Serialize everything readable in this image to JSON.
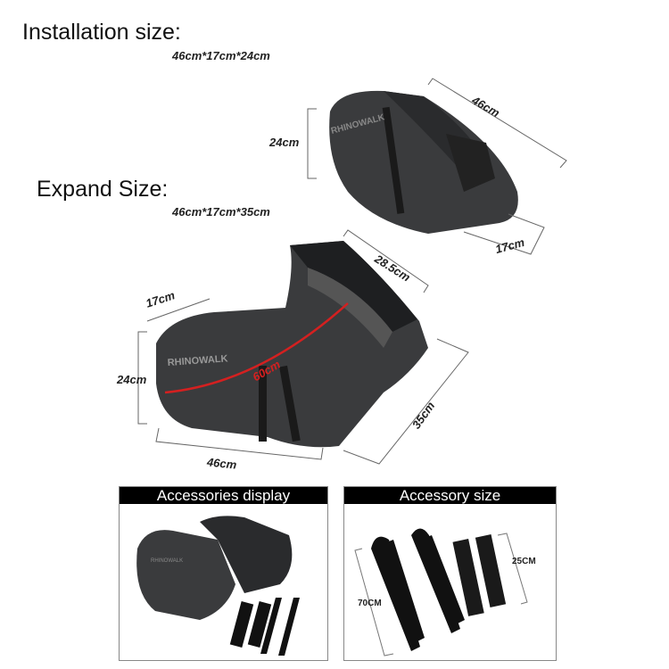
{
  "installation": {
    "title": "Installation size:",
    "dims": "46cm*17cm*24cm",
    "labels": {
      "length": "46cm",
      "height": "24cm",
      "width": "17cm"
    }
  },
  "expand": {
    "title": "Expand Size:",
    "dims": "46cm*17cm*35cm",
    "labels": {
      "width": "17cm",
      "top": "28.5cm",
      "height": "24cm",
      "arc": "60cm",
      "side": "35cm",
      "length": "46cm"
    }
  },
  "brand": "RHINOWALK",
  "panels": {
    "display": {
      "title": "Accessories display"
    },
    "size": {
      "title": "Accessory size",
      "long_strap": "70CM",
      "short_strap": "25CM"
    }
  },
  "colors": {
    "bag": "#3a3b3d",
    "arc": "#d42020",
    "header_bar": "#000000"
  }
}
